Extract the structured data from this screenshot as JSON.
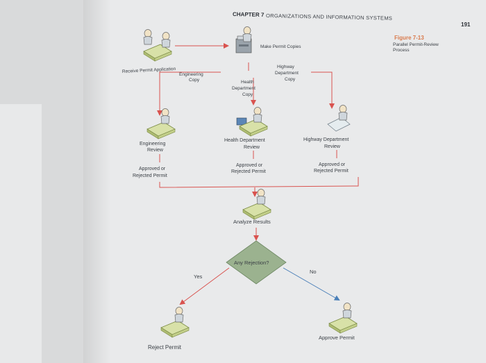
{
  "header": {
    "chapter": "CHAPTER 7",
    "title": "ORGANIZATIONS AND INFORMATION SYSTEMS",
    "page_number": "191"
  },
  "figure": {
    "number": "Figure 7-13",
    "caption_line1": "Parallel Permit-Review",
    "caption_line2": "Process"
  },
  "diagram": {
    "receive_application": "Receive Permit Application",
    "make_copies": "Make Permit Copies",
    "engineering_copy": [
      "Engineering",
      "Copy"
    ],
    "health_copy": [
      "Health",
      "Department",
      "Copy"
    ],
    "highway_copy": [
      "Highway",
      "Department",
      "Copy"
    ],
    "engineering_review": [
      "Engineering",
      "Review"
    ],
    "health_review": [
      "Health Department",
      "Review"
    ],
    "highway_review": [
      "Highway Department",
      "Review"
    ],
    "engineering_result": [
      "Approved or",
      "Rejected Permit"
    ],
    "health_result": [
      "Approved or",
      "Rejected Permit"
    ],
    "highway_result": [
      "Approved or",
      "Rejected Permit"
    ],
    "analyze_results": "Analyze Results",
    "decision": "Any Rejection?",
    "yes": "Yes",
    "no": "No",
    "reject": "Reject Permit",
    "approve": "Approve Permit"
  },
  "colors": {
    "arrow_red": "#d9534f",
    "arrow_blue": "#4a7fb8",
    "diamond": "#9bb28f",
    "accent": "#d97a4c"
  }
}
